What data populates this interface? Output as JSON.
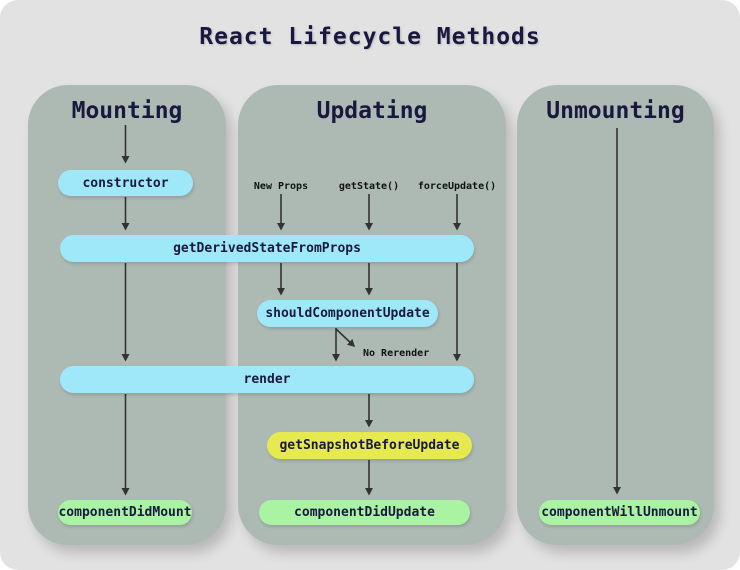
{
  "title": "React Lifecycle Methods",
  "columns": {
    "mounting": {
      "label": "Mounting"
    },
    "updating": {
      "label": "Updating"
    },
    "unmounting": {
      "label": "Unmounting"
    }
  },
  "nodes": {
    "constructor": {
      "label": "constructor",
      "color": "#9fe8fa"
    },
    "get_derived_state_from_props": {
      "label": "getDerivedStateFromProps",
      "color": "#9fe8fa"
    },
    "should_component_update": {
      "label": "shouldComponentUpdate",
      "color": "#9fe8fa"
    },
    "render": {
      "label": "render",
      "color": "#9fe8fa"
    },
    "get_snapshot_before_update": {
      "label": "getSnapshotBeforeUpdate",
      "color": "#e6e94f"
    },
    "component_did_mount": {
      "label": "componentDidMount",
      "color": "#aaf3a2"
    },
    "component_did_update": {
      "label": "componentDidUpdate",
      "color": "#aaf3a2"
    },
    "component_will_unmount": {
      "label": "componentWillUnmount",
      "color": "#aaf3a2"
    }
  },
  "triggers": {
    "new_props": "New Props",
    "get_state": "getState()",
    "force_update": "forceUpdate()"
  },
  "annotations": {
    "no_rerender": "No Rerender"
  },
  "colors": {
    "page_bg": "#e2e2e2",
    "column_bg": "#adbab4",
    "method_cyan": "#9fe8fa",
    "snapshot_yellow": "#e6e94f",
    "lifecycle_green": "#aaf3a2",
    "text_dark": "#191940",
    "arrow": "#333333"
  }
}
